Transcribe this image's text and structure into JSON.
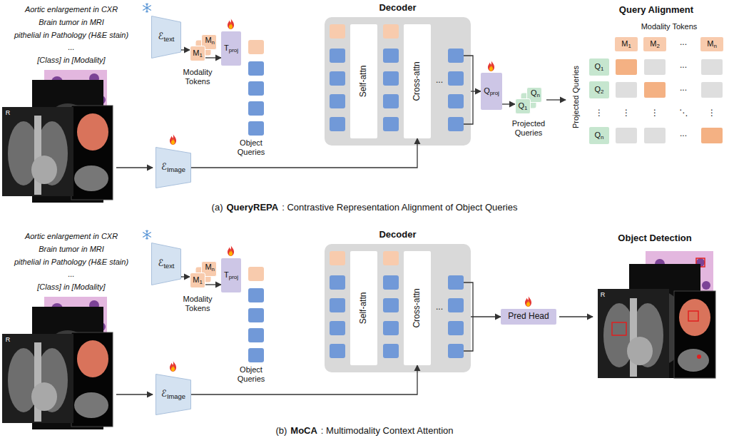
{
  "diagram": {
    "nodes": [
      {
        "text": [
          "ℰtext"
        ]
      },
      {
        "text": [
          "Mn"
        ]
      },
      {
        "text": [
          "M1"
        ]
      },
      {
        "text": [
          "Tproj"
        ]
      },
      {
        "text": [
          "Decoder"
        ]
      },
      {
        "text": [
          "Self-attn"
        ],
        "in": 4
      },
      {
        "text": [
          "Cross-attn"
        ],
        "in": 4
      },
      {
        "text": [
          "Qproj"
        ]
      },
      {
        "text": [
          "Qn"
        ]
      },
      {
        "text": [
          "Q1"
        ]
      },
      {
        "text": [
          "M1"
        ]
      },
      {
        "text": [
          "M2"
        ]
      },
      {
        "text": [
          "Mn"
        ]
      },
      {
        "text": [
          "Q1"
        ]
      },
      {
        "text": [
          "Q2"
        ]
      },
      {
        "text": [
          "Qn"
        ]
      },
      {
        "text": [
          "ℰImage"
        ]
      },
      {
        "text": [
          "ℰtext"
        ]
      },
      {
        "text": [
          "Mn"
        ]
      },
      {
        "text": [
          "M1"
        ]
      },
      {
        "text": [
          "Tproj"
        ]
      },
      {
        "text": [
          "Decoder"
        ]
      },
      {
        "text": [
          "Self-attn"
        ],
        "in": 21
      },
      {
        "text": [
          "Cross-attn"
        ],
        "in": 21
      },
      {
        "text": [
          "Pred Head"
        ]
      },
      {
        "text": [
          "ℰImage"
        ]
      }
    ],
    "edges": [
      {
        "from": 0,
        "to": 2,
        "arrow": "to"
      },
      {
        "from": 2,
        "to": 3,
        "arrow": "to"
      },
      {
        "from": 4,
        "to": 7,
        "arrow": "to"
      },
      {
        "from": 7,
        "to": 9,
        "arrow": "to"
      },
      {
        "from": 16,
        "to": 6,
        "arrow": "to"
      },
      {
        "from": 17,
        "to": 19,
        "arrow": "to"
      },
      {
        "from": 19,
        "to": 20,
        "arrow": "to"
      },
      {
        "from": 21,
        "to": 24,
        "arrow": "to"
      },
      {
        "from": 25,
        "to": 23,
        "arrow": "to"
      }
    ],
    "labels": [
      "Aortic enlargement in CXR",
      "Brain tumor in MRI",
      "pithelial in Pathology (H&E stain)",
      "...",
      "[Class] in [Modality]",
      "Modality Tokens",
      "Object Queries",
      "...",
      "Projected Queries",
      "Query Alignment",
      "Modality Tokens",
      "...",
      "Projected Queries",
      "...",
      "...",
      "⋮",
      "⋮",
      "⋮",
      "⋱",
      "⋮",
      "...",
      "R",
      "(a)",
      "QueryREPA",
      ": Contrastive Representation Alignment of Object Queries",
      "Aortic enlargement in CXR",
      "Brain tumor in MRI",
      "pithelial in Pathology (H&E stain)",
      "...",
      "[Class] in [Modality]",
      "Modality Tokens",
      "Object Queries",
      "...",
      "Object Detection",
      "R",
      "R",
      "(b)",
      "MoCA",
      ": Multimodality Context Attention"
    ]
  }
}
